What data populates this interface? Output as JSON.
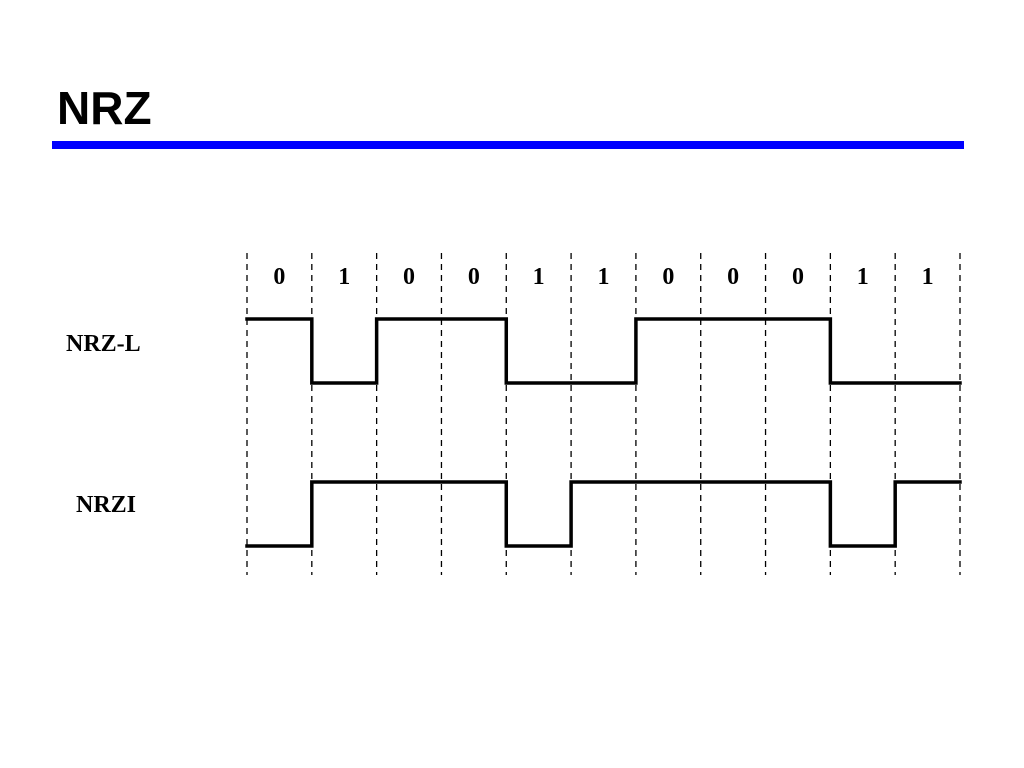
{
  "slide": {
    "title": "NRZ",
    "accent_color": "#0000ff"
  },
  "diagram": {
    "bits": [
      "0",
      "1",
      "0",
      "0",
      "1",
      "1",
      "0",
      "0",
      "0",
      "1",
      "1"
    ],
    "rows": [
      {
        "label": "NRZ-L",
        "levels": [
          1,
          0,
          1,
          1,
          0,
          0,
          1,
          1,
          1,
          0,
          0
        ]
      },
      {
        "label": "NRZI",
        "levels": [
          0,
          1,
          1,
          1,
          0,
          1,
          1,
          1,
          1,
          0,
          1
        ]
      }
    ]
  }
}
